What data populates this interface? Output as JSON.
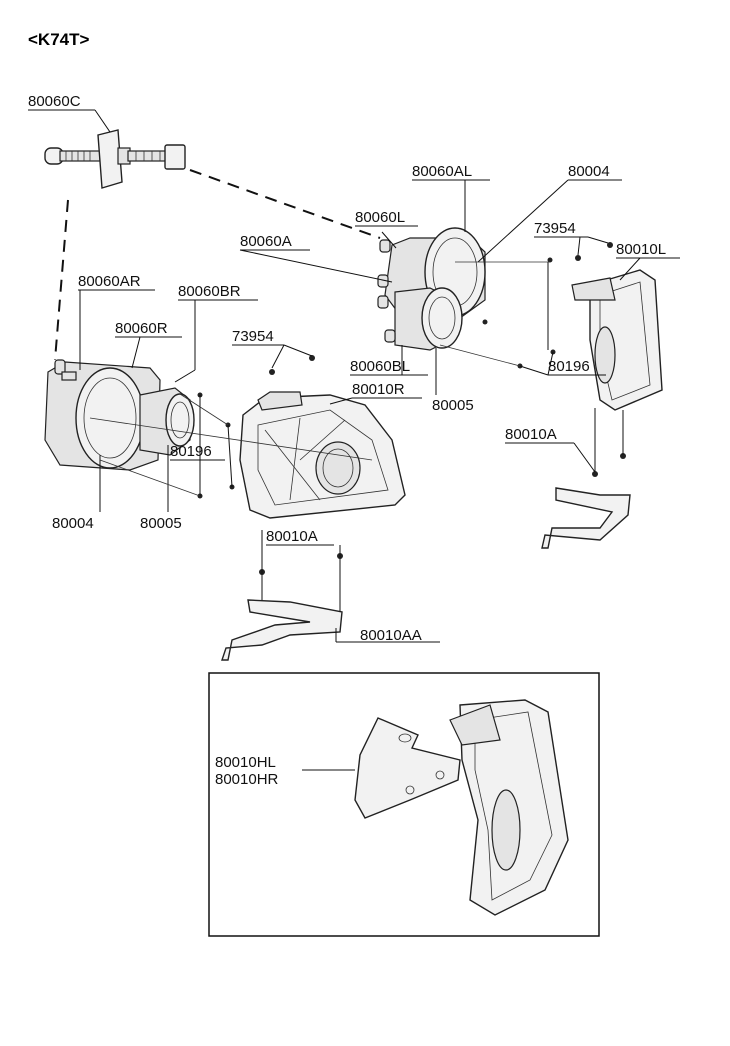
{
  "title": "<K74T>",
  "labels": {
    "c": "80060C",
    "al": "80060AL",
    "p004_top": "80004",
    "l": "80060L",
    "a_mid": "80060A",
    "s73954_right": "73954",
    "p010l": "80010L",
    "ar": "80060AR",
    "br": "80060BR",
    "r": "80060R",
    "s73954_mid": "73954",
    "p010r": "80010R",
    "bl": "80060BL",
    "s196_right": "80196",
    "p005_right": "80005",
    "p010a_right": "80010A",
    "s196_left": "80196",
    "p004_left": "80004",
    "p005_left": "80005",
    "p010a_mid": "80010A",
    "p010aa": "80010AA",
    "hl": "80010HL",
    "hr": "80010HR"
  }
}
